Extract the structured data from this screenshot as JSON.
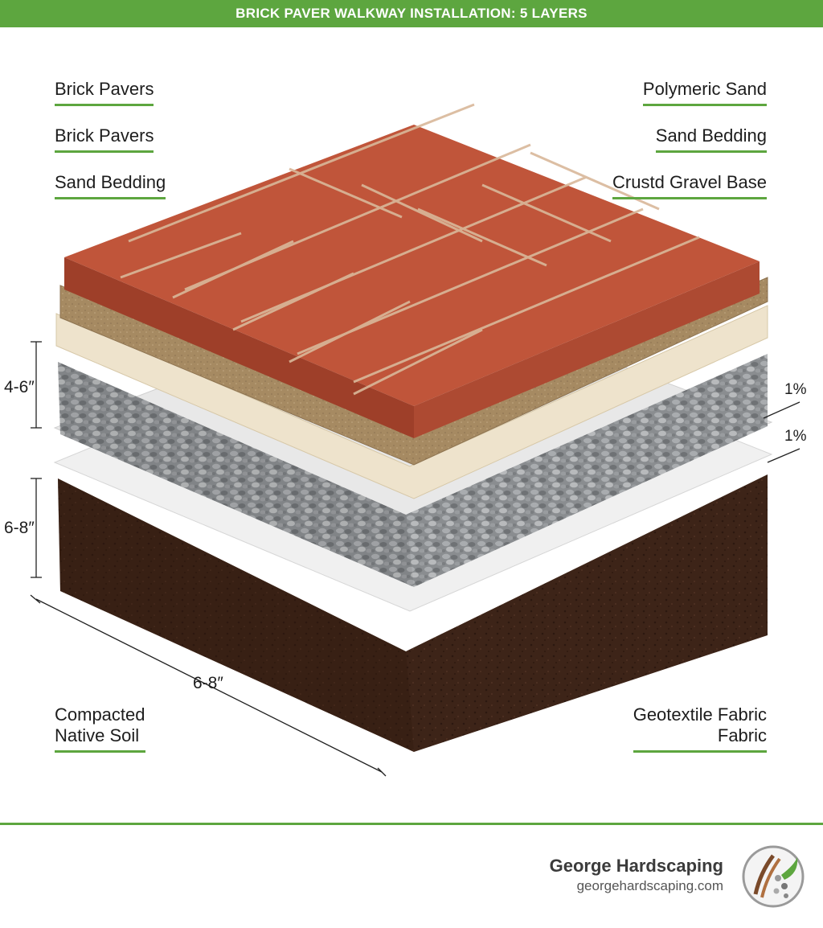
{
  "banner": {
    "title": "BRICK PAVER WALKWAY INSTALLATION: 5 LAYERS"
  },
  "labels": {
    "left_1": "Brick Pavers",
    "left_2": "Brick Pavers",
    "left_3": "Sand Bedding",
    "right_1": "Polymeric Sand",
    "right_2": "Sand Bedding",
    "right_3": "Crustd Gravel Base",
    "bottom_left_line1": "Compacted",
    "bottom_left_line2": "Native Soil",
    "bottom_right_line1": "Geotextile Fabric",
    "bottom_right_line2": "Fabric"
  },
  "dimensions": {
    "gravel_depth": "4-6″",
    "soil_depth": "6-8″",
    "width": "6-8″",
    "slope_1": "1%",
    "slope_2": "1%"
  },
  "brand": {
    "name": "George Hardscaping",
    "url": "georgehardscaping.com"
  },
  "colors": {
    "accent": "#5da63f",
    "brick": "#c0553a",
    "sand": "#a68a62",
    "cream": "#eee3cc",
    "gravel": "#8a8d90",
    "fabric": "#eeeeee",
    "soil": "#3d2418"
  },
  "icons": {
    "logo": "george-hardscaping-logo-icon"
  }
}
